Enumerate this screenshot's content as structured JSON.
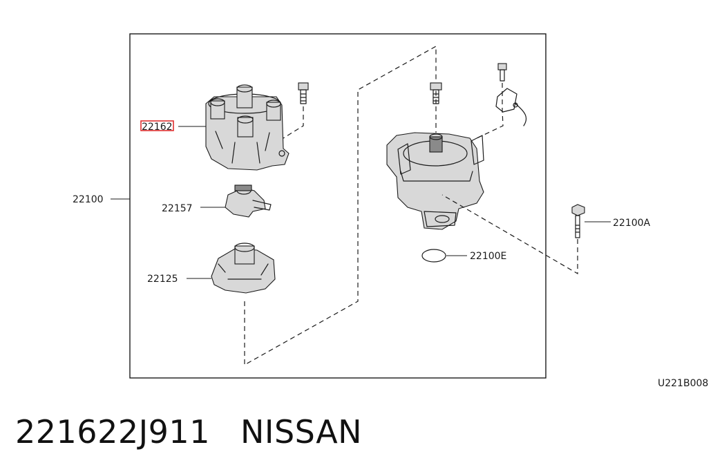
{
  "diagram": {
    "labels": {
      "cap": "22162",
      "assembly": "22100",
      "rotor": "22157",
      "shield": "22125",
      "bolt": "22100A",
      "oring": "22100E",
      "drawing_code": "U221B008"
    },
    "highlight_color": "#e03030"
  },
  "caption": {
    "part_number": "221622J911",
    "brand": "NISSAN"
  }
}
